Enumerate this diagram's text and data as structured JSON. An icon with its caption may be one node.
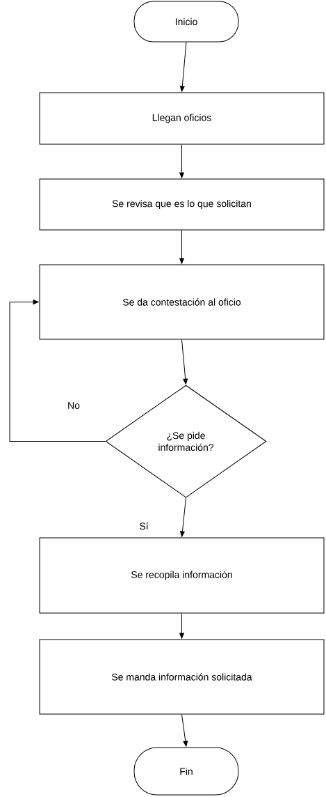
{
  "diagram": {
    "nodes": [
      {
        "text": [
          "Inicio"
        ]
      },
      {
        "text": [
          "Llegan oficios"
        ]
      },
      {
        "text": [
          "Se revisa que es lo que solicitan"
        ]
      },
      {
        "text": [
          "Se da contestación al oficio"
        ]
      },
      {
        "text": [
          "¿Se pide información?"
        ]
      },
      {
        "text": [
          "Se recopila información"
        ]
      },
      {
        "text": [
          "Se manda información solicitada"
        ]
      },
      {
        "text": [
          "Fin"
        ]
      }
    ],
    "edges": [
      {
        "from": 0,
        "to": 1,
        "arrow": "to"
      },
      {
        "from": 1,
        "to": 2,
        "arrow": "to"
      },
      {
        "from": 2,
        "to": 3,
        "arrow": "to"
      },
      {
        "from": 3,
        "to": 4,
        "arrow": "to"
      },
      {
        "from": 4,
        "to": 3,
        "arrow": "to",
        "label": "No"
      },
      {
        "from": 4,
        "to": 5,
        "arrow": "to",
        "label": "Sí"
      },
      {
        "from": 5,
        "to": 6,
        "arrow": "to"
      },
      {
        "from": 6,
        "to": 7,
        "arrow": "to"
      }
    ]
  }
}
